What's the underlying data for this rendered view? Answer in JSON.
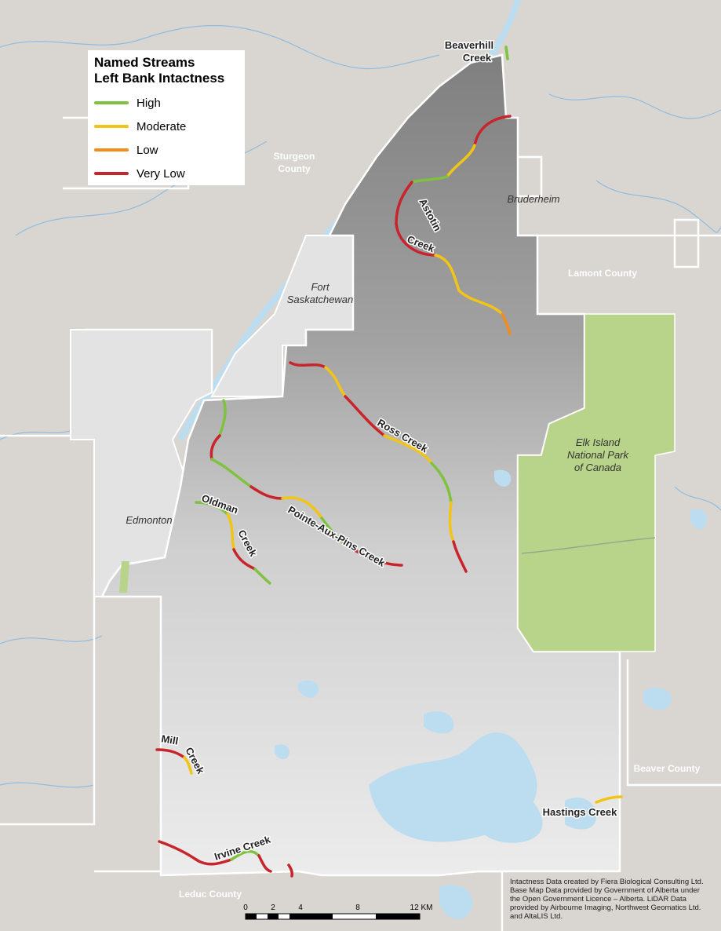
{
  "legend": {
    "title_line1": "Named Streams",
    "title_line2": "Left Bank Intactness",
    "items": [
      {
        "label": "High",
        "color": "#7fc241"
      },
      {
        "label": "Moderate",
        "color": "#f2c417"
      },
      {
        "label": "Low",
        "color": "#f28c1c"
      },
      {
        "label": "Very Low",
        "color": "#c8242b"
      }
    ]
  },
  "place_labels": {
    "sturgeon_county_1": "Sturgeon",
    "sturgeon_county_2": "County",
    "bruderheim": "Bruderheim",
    "lamont_county": "Lamont County",
    "fort_sask_1": "Fort",
    "fort_sask_2": "Saskatchewan",
    "elk_island_1": "Elk Island",
    "elk_island_2": "National Park",
    "elk_island_3": "of Canada",
    "edmonton": "Edmonton",
    "beaver_county": "Beaver County",
    "leduc_county": "Leduc County"
  },
  "stream_labels": {
    "beaverhill_1": "Beaverhill",
    "beaverhill_2": "Creek",
    "astotin_1": "Astotin",
    "astotin_2": "Creek",
    "ross": "Ross Creek",
    "oldman_1": "Oldman",
    "oldman_2": "Creek",
    "pointe": "Pointe-Aux-Pins Creek",
    "mill_1": "Mill",
    "mill_2": "Creek",
    "hastings": "Hastings Creek",
    "irvine": "Irvine Creek"
  },
  "scale_bar": {
    "ticks": [
      "0",
      "2",
      "4",
      "8",
      "12 KM"
    ]
  },
  "credits": {
    "line1": "Intactness Data created by Fiera Biological Consulting Ltd.",
    "line2": "Base Map Data provided by Government of Alberta under",
    "line3": "the Open Government Licence – Alberta. LiDAR Data",
    "line4": "provided by Airbourne Imaging, Northwest Geomatics Ltd.",
    "line5": "and AltaLIS Ltd."
  },
  "colors": {
    "background": "#d9d6d1",
    "water": "#bcdcf0",
    "river": "#8fbbe0",
    "park": "#b8d38a",
    "study_area_dark": "#8a8a8a",
    "study_area_light": "#e6e6e6",
    "urban": "#e8e8e8"
  }
}
